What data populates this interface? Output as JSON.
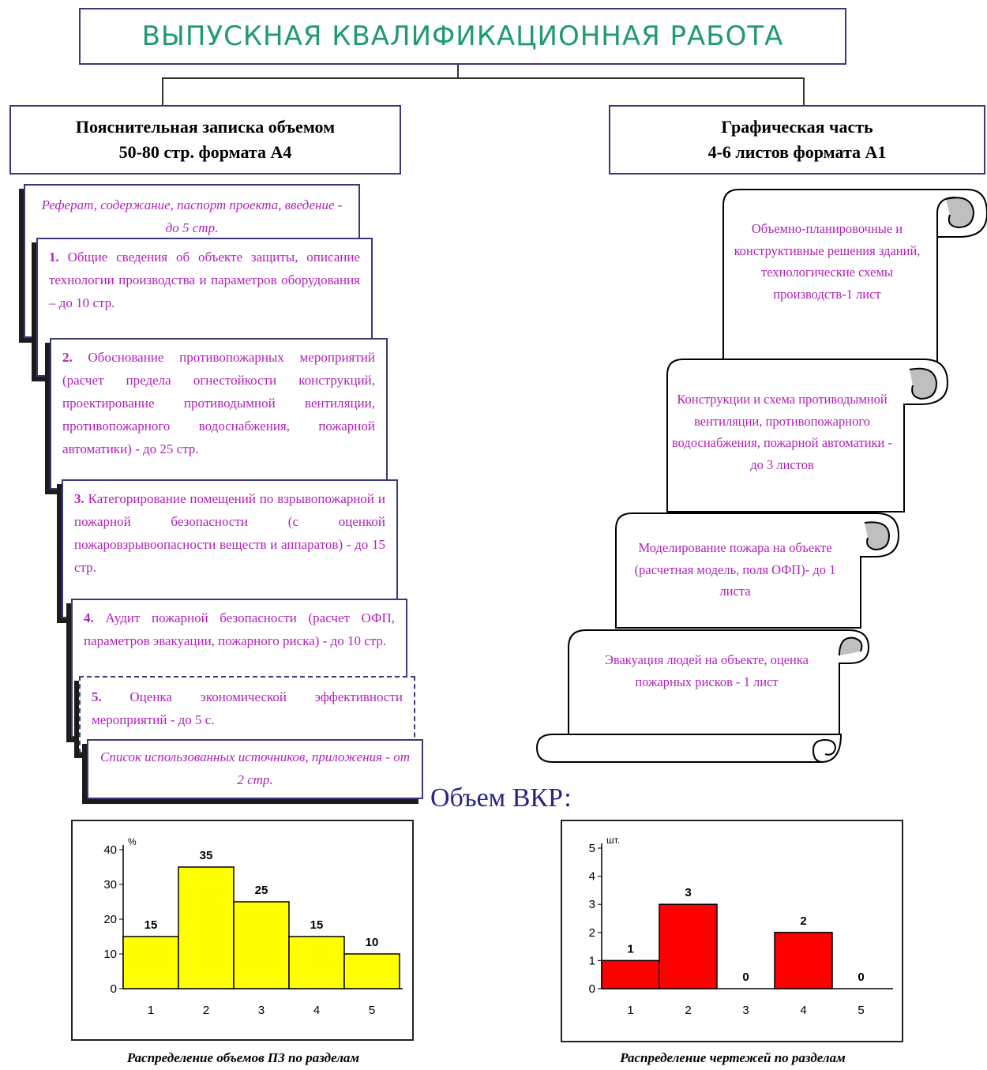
{
  "title": "ВЫПУСКНАЯ КВАЛИФИКАЦИОННАЯ РАБОТА",
  "left_branch": {
    "line1": "Пояснительная записка объемом",
    "line2": "50-80 стр. формата А4"
  },
  "right_branch": {
    "line1": "Графическая часть",
    "line2": "4-6 листов формата А1"
  },
  "pages": [
    {
      "num": "",
      "text": "Реферат, содержание, паспорт проекта, введение - до 5 стр."
    },
    {
      "num": "1.",
      "text": " Общие сведения об объекте защиты, описание технологии производства и параметров оборудования – до 10 стр."
    },
    {
      "num": "2.",
      "text": " Обоснование противопожарных мероприятий (расчет предела огнестойкости конструкций, проектирование противодымной вентиляции, противопожарного водоснабжения, пожарной автоматики) - до 25 стр."
    },
    {
      "num": "3.",
      "text": " Категорирование помещений по взрывопожарной и пожарной безопасности (с оценкой пожаровзрывоопасности веществ и аппаратов) - до 15 стр."
    },
    {
      "num": "4.",
      "text": " Аудит пожарной безопасности (расчет ОФП, параметров эвакуации, пожарного риска) - до 10 стр."
    },
    {
      "num": "5.",
      "text": " Оценка экономической эффективности мероприятий - до 5 с."
    },
    {
      "num": "",
      "text": "Список использованных источников, приложения - от 2 стр."
    }
  ],
  "scrolls": [
    {
      "text": "Объемно-планировочные и конструктивные решения зданий, технологические схемы производств-1 лист"
    },
    {
      "text": "Конструкции и схема противодымной вентиляции, противопожарного водоснабжения, пожарной автоматики - до 3 листов"
    },
    {
      "text": "Моделирование пожара на объекте (расчетная модель, поля ОФП)- до 1 листа"
    },
    {
      "text": "Эвакуация людей на объекте, оценка пожарных рисков - 1 лист"
    }
  ],
  "volume_title": "Объем ВКР:",
  "colors": {
    "title_text": "#1f9a72",
    "page_text": "#b022b8",
    "bar_yellow": "#ffff00",
    "bar_red": "#ff0000",
    "volume_title": "#262680"
  },
  "chart_data": [
    {
      "type": "bar",
      "categories": [
        "1",
        "2",
        "3",
        "4",
        "5"
      ],
      "values": [
        15,
        35,
        25,
        15,
        10
      ],
      "ylabel": "%",
      "ylim": [
        0,
        40
      ],
      "yticks": [
        "0",
        "10",
        "20",
        "30",
        "40"
      ],
      "caption": "Распределение объемов ПЗ по разделам"
    },
    {
      "type": "bar",
      "categories": [
        "1",
        "2",
        "3",
        "4",
        "5"
      ],
      "values": [
        1,
        3,
        0,
        2,
        0
      ],
      "ylabel": "шт.",
      "ylim": [
        0,
        5
      ],
      "yticks": [
        "0",
        "1",
        "2",
        "3",
        "4",
        "5"
      ],
      "caption": "Распределение чертежей по разделам"
    }
  ]
}
